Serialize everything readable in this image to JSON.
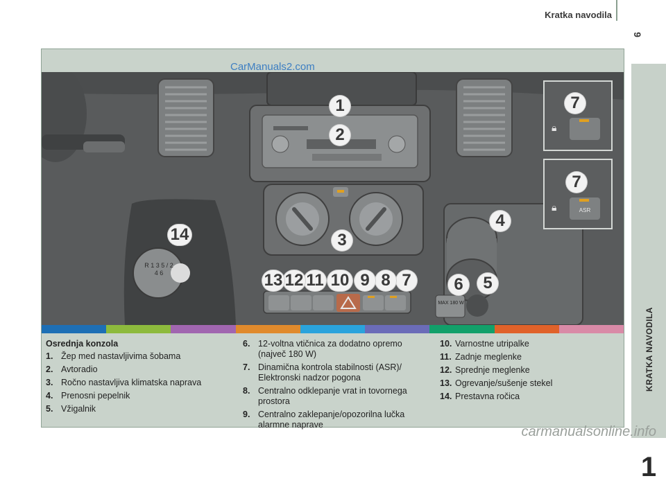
{
  "header": {
    "title": "Kratka navodila",
    "page_number": "9"
  },
  "sidebar": {
    "label": "KRATKA NAVODILA",
    "chapter_number": "1"
  },
  "watermark_top": "CarManuals2.com",
  "watermark_bottom": "carmanualsonline.info",
  "callouts": {
    "c1": "1",
    "c2": "2",
    "c3": "3",
    "c4": "4",
    "c5": "5",
    "c6": "6",
    "c7_inset1": "7",
    "c7_inset2": "7",
    "c7": "7",
    "c8": "8",
    "c9": "9",
    "c10": "10",
    "c11": "11",
    "c12": "12",
    "c13": "13",
    "c14": "14"
  },
  "illustration_text": {
    "gear_pattern": "R 1 3 5 / 2 4 6",
    "asr_label": "ASR",
    "socket_label": "MAX 180 W"
  },
  "color_strip": [
    "#1d6fb5",
    "#8dba3d",
    "#a166b0",
    "#e08a2c",
    "#2aa3dc",
    "#6b6cb8",
    "#12a06a",
    "#e0622a",
    "#d98aa7"
  ],
  "legend": {
    "heading": "Osrednja konzola",
    "items": [
      {
        "num": "1.",
        "text": "Žep med nastavljivima šobama"
      },
      {
        "num": "2.",
        "text": "Avtoradio"
      },
      {
        "num": "3.",
        "text": "Ročno nastavljiva klimatska naprava"
      },
      {
        "num": "4.",
        "text": "Prenosni pepelnik"
      },
      {
        "num": "5.",
        "text": "Vžigalnik"
      },
      {
        "num": "6.",
        "text": "12-voltna vtičnica za dodatno opremo (največ 180 W)"
      },
      {
        "num": "7.",
        "text": "Dinamična kontrola stabilnosti (ASR)/ Elektronski nadzor pogona"
      },
      {
        "num": "8.",
        "text": "Centralno odklepanje vrat in tovornega prostora"
      },
      {
        "num": "9.",
        "text": "Centralno zaklepanje/opozorilna lučka alarmne naprave"
      },
      {
        "num": "10.",
        "text": "Varnostne utripalke"
      },
      {
        "num": "11.",
        "text": "Zadnje meglenke"
      },
      {
        "num": "12.",
        "text": "Sprednje meglenke"
      },
      {
        "num": "13.",
        "text": "Ogrevanje/sušenje stekel"
      },
      {
        "num": "14.",
        "text": "Prestavna ročica"
      }
    ]
  }
}
